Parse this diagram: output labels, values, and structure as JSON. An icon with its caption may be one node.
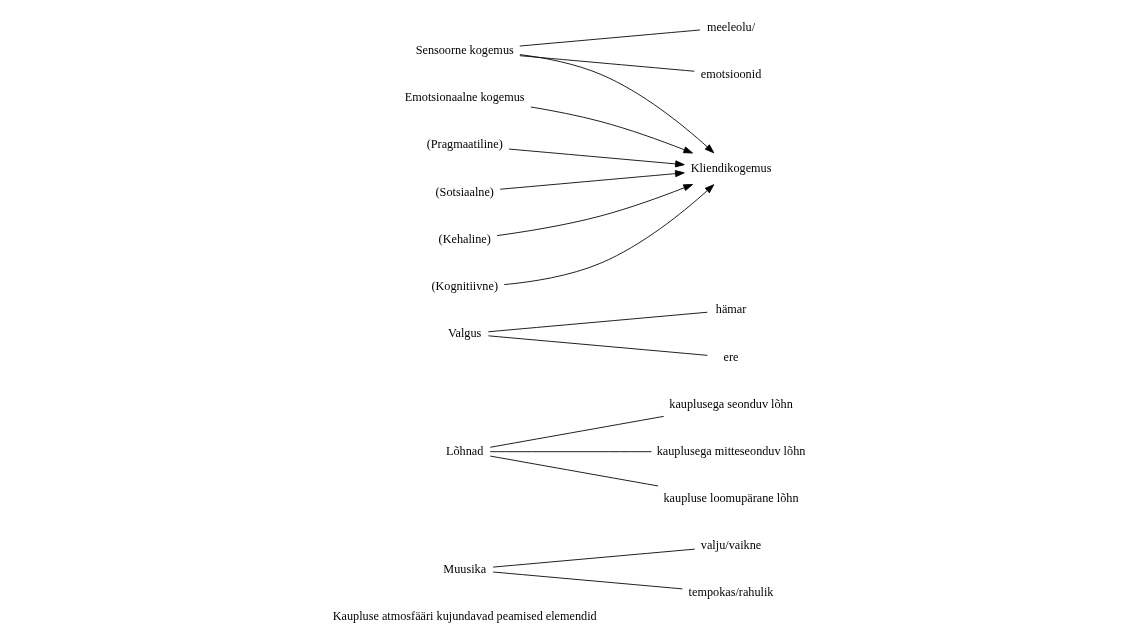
{
  "diagram": {
    "nodes": [
      {
        "text": [
          "Muusika"
        ]
      },
      {
        "text": [
          "valju/vaikne"
        ]
      },
      {
        "text": [
          "tempokas/rahulik"
        ]
      },
      {
        "text": [
          "Lõhnad"
        ]
      },
      {
        "text": [
          "kauplusega seonduv lõhn"
        ]
      },
      {
        "text": [
          "kauplusega mitteseonduv lõhn"
        ]
      },
      {
        "text": [
          "kaupluse loomupärane lõhn"
        ]
      },
      {
        "text": [
          "Valgus"
        ]
      },
      {
        "text": [
          "hämar"
        ]
      },
      {
        "text": [
          "ere"
        ]
      },
      {
        "text": [
          "Sensoorne kogemus"
        ]
      },
      {
        "text": [
          "meeleolu/"
        ]
      },
      {
        "text": [
          "emotsioonid"
        ]
      },
      {
        "text": [
          "Emotsionaalne kogemus"
        ]
      },
      {
        "text": [
          "Kliendikogemus"
        ]
      },
      {
        "text": [
          "(Pragmaatiline)"
        ]
      },
      {
        "text": [
          "(Sotsiaalne)"
        ]
      },
      {
        "text": [
          "(Kehaline)"
        ]
      },
      {
        "text": [
          "(Kognitiivne)"
        ]
      }
    ],
    "edges": [
      {
        "from": 0,
        "to": 1,
        "arrow": "none"
      },
      {
        "from": 0,
        "to": 2,
        "arrow": "none"
      },
      {
        "from": 3,
        "to": 4,
        "arrow": "none"
      },
      {
        "from": 3,
        "to": 5,
        "arrow": "none"
      },
      {
        "from": 3,
        "to": 6,
        "arrow": "none"
      },
      {
        "from": 7,
        "to": 8,
        "arrow": "none"
      },
      {
        "from": 7,
        "to": 9,
        "arrow": "none"
      },
      {
        "from": 10,
        "to": 11,
        "arrow": "none"
      },
      {
        "from": 10,
        "to": 12,
        "arrow": "none"
      },
      {
        "from": 10,
        "to": 14,
        "arrow": "to"
      },
      {
        "from": 13,
        "to": 14,
        "arrow": "to"
      },
      {
        "from": 15,
        "to": 14,
        "arrow": "to"
      },
      {
        "from": 16,
        "to": 14,
        "arrow": "to"
      },
      {
        "from": 17,
        "to": 14,
        "arrow": "to"
      },
      {
        "from": 18,
        "to": 14,
        "arrow": "to"
      }
    ],
    "labels": [
      "Kaupluse atmosfääri kujundavad peamised elemendid"
    ]
  }
}
